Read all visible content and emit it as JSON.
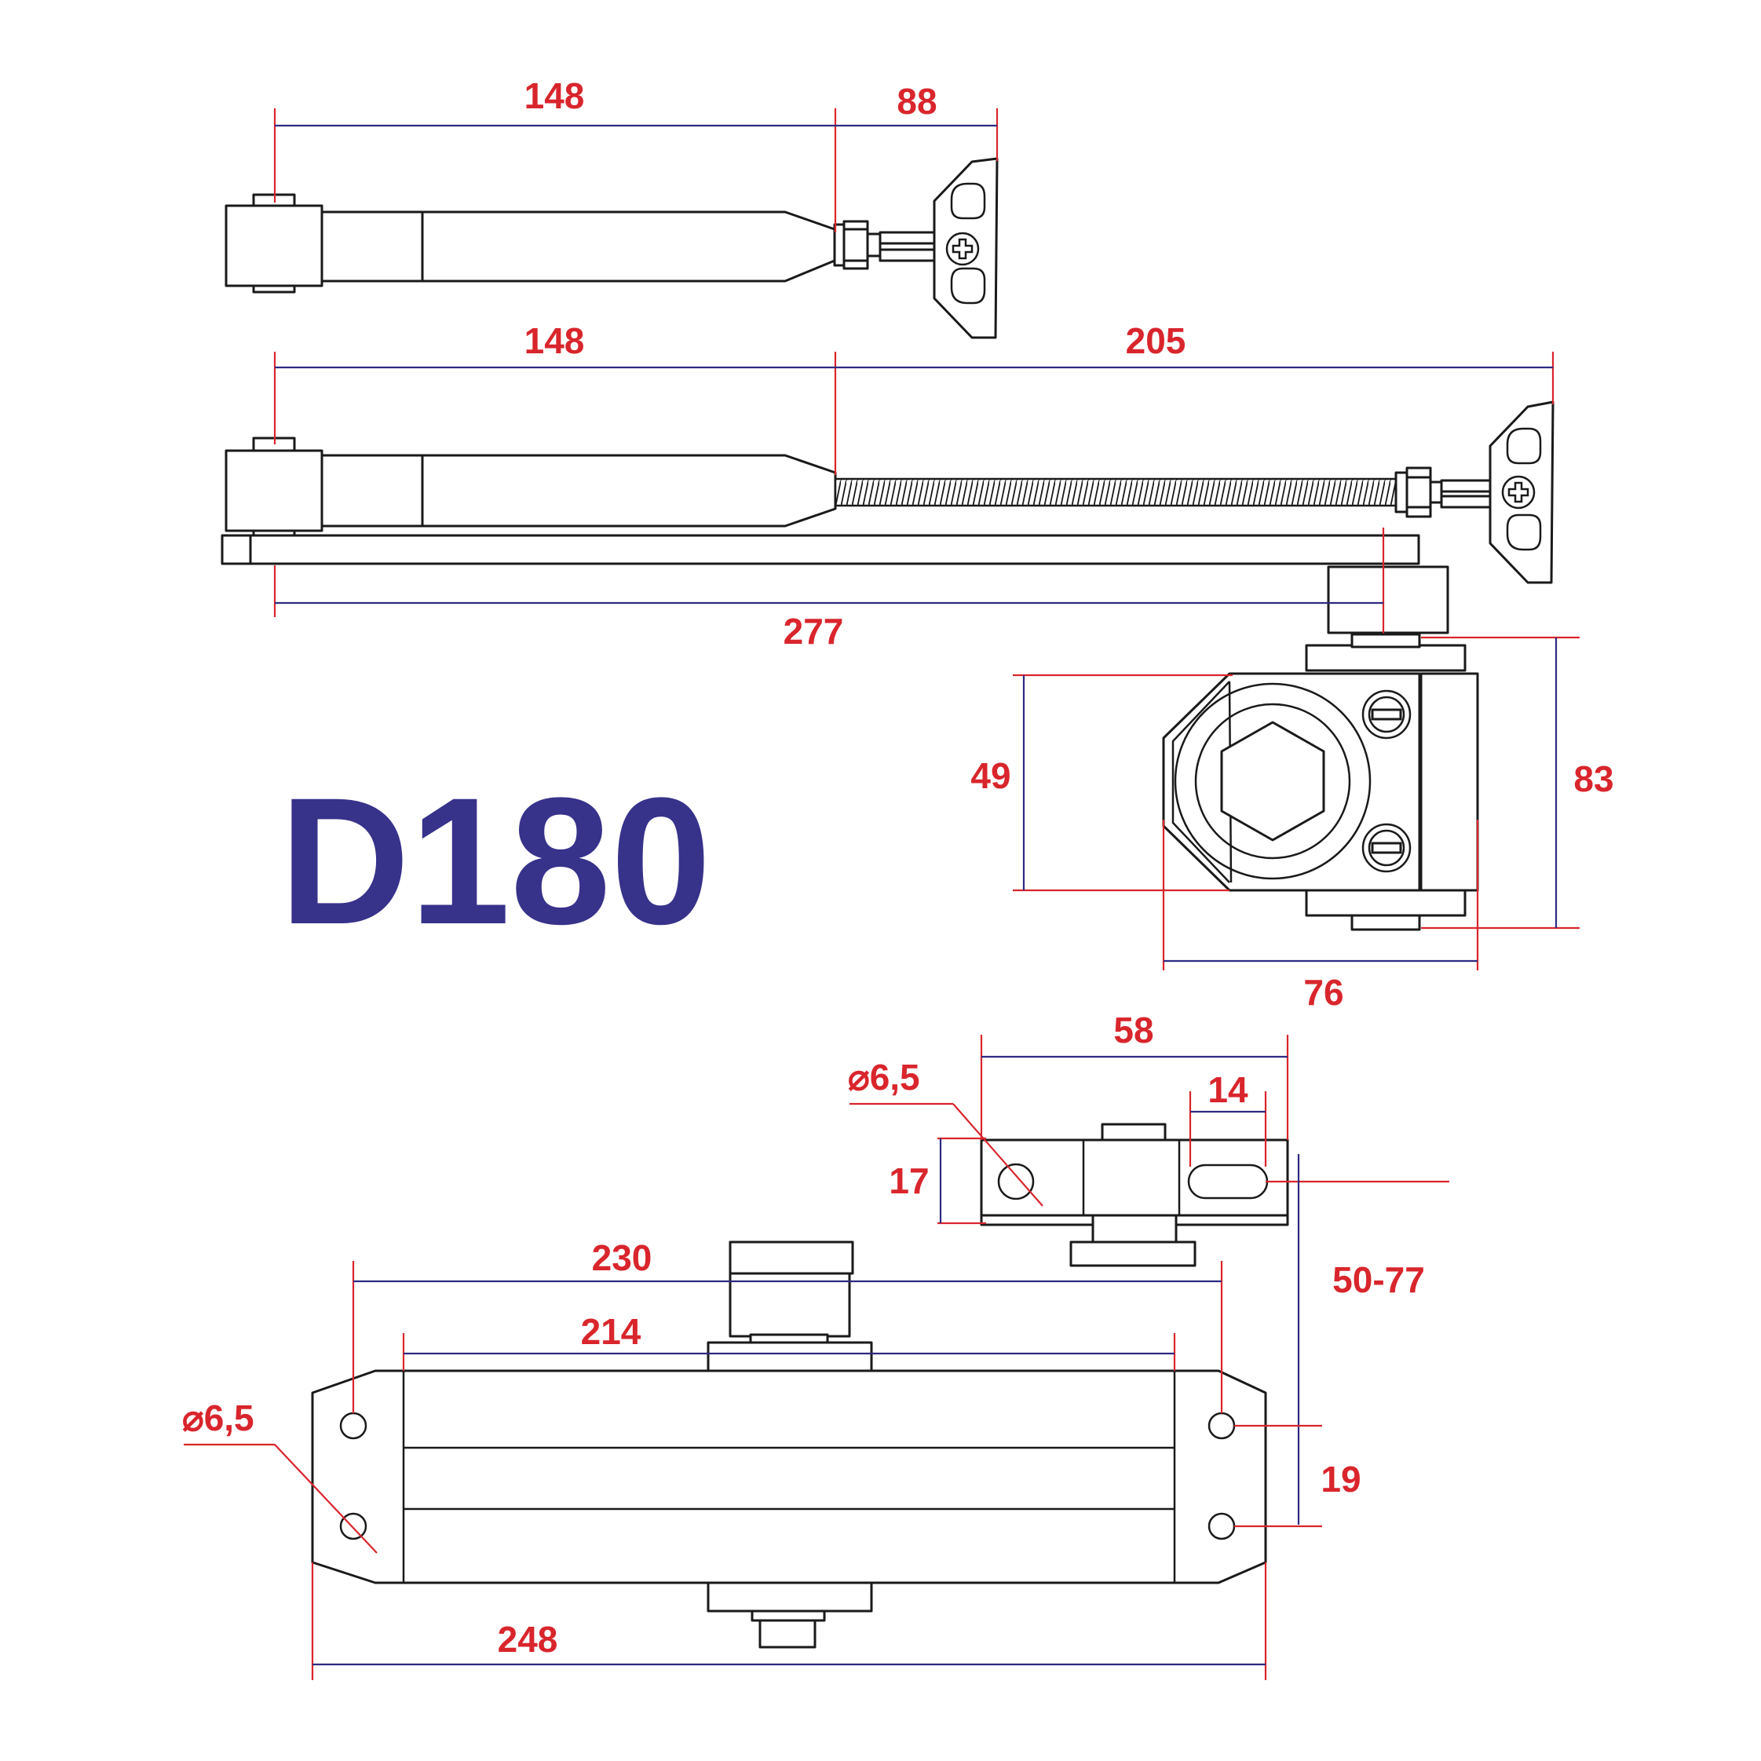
{
  "model": "D180",
  "dimensions": {
    "top_arm_length": "148",
    "top_bracket_length": "88",
    "mid_arm_length": "148",
    "mid_rod_length": "205",
    "mid_total_length": "277",
    "side_height_49": "49",
    "side_height_83": "83",
    "side_width_76": "76",
    "bracket_width_58": "58",
    "bracket_slot_14": "14",
    "bracket_height_17": "17",
    "bracket_hole_dia": "⌀6,5",
    "offset_range": "50-77",
    "body_hole_spacing": "230",
    "body_inner_length": "214",
    "body_hole_dia": "⌀6,5",
    "body_hole_pitch": "19",
    "body_total_length": "248"
  },
  "colors": {
    "dimension_text": "#d9252c",
    "dimension_line": "#2e2a82",
    "model_text": "#37328a",
    "outline": "#1a1a1a"
  }
}
